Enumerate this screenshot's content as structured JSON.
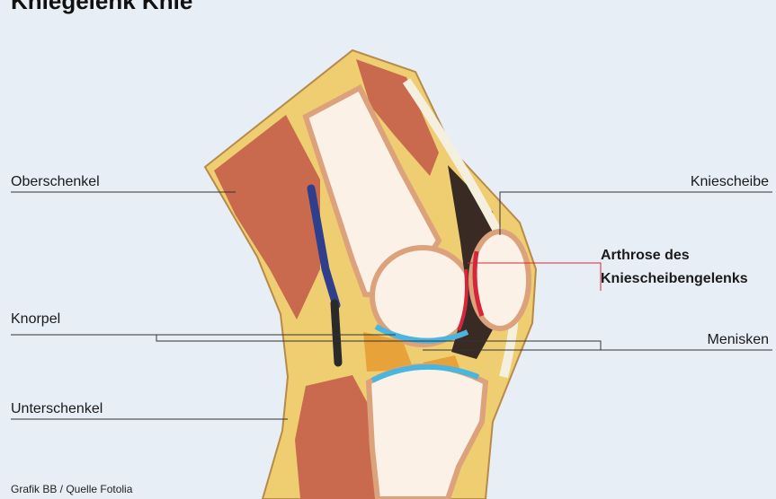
{
  "title": "Kniegelenk Knie",
  "labels": {
    "oberschenkel": "Oberschenkel",
    "knorpel": "Knorpel",
    "unterschenkel": "Unterschenkel",
    "kniescheibe": "Kniescheibe",
    "arthrose_line1": "Arthrose des",
    "arthrose_line2": "Kniescheibengelenks",
    "menisken": "Menisken"
  },
  "credit": "Grafik BB / Quelle Fotolia",
  "colors": {
    "background": "#e7eef6",
    "fat": "#efce72",
    "muscle": "#c96a4f",
    "bone_marrow": "#fbf1e6",
    "bone_cortex": "#dba27c",
    "cartilage": "#4ab5de",
    "meniscus": "#e8a23a",
    "arthrose": "#d4283a",
    "vessel": "#2f3f8c",
    "cavity": "#3a2a24"
  }
}
